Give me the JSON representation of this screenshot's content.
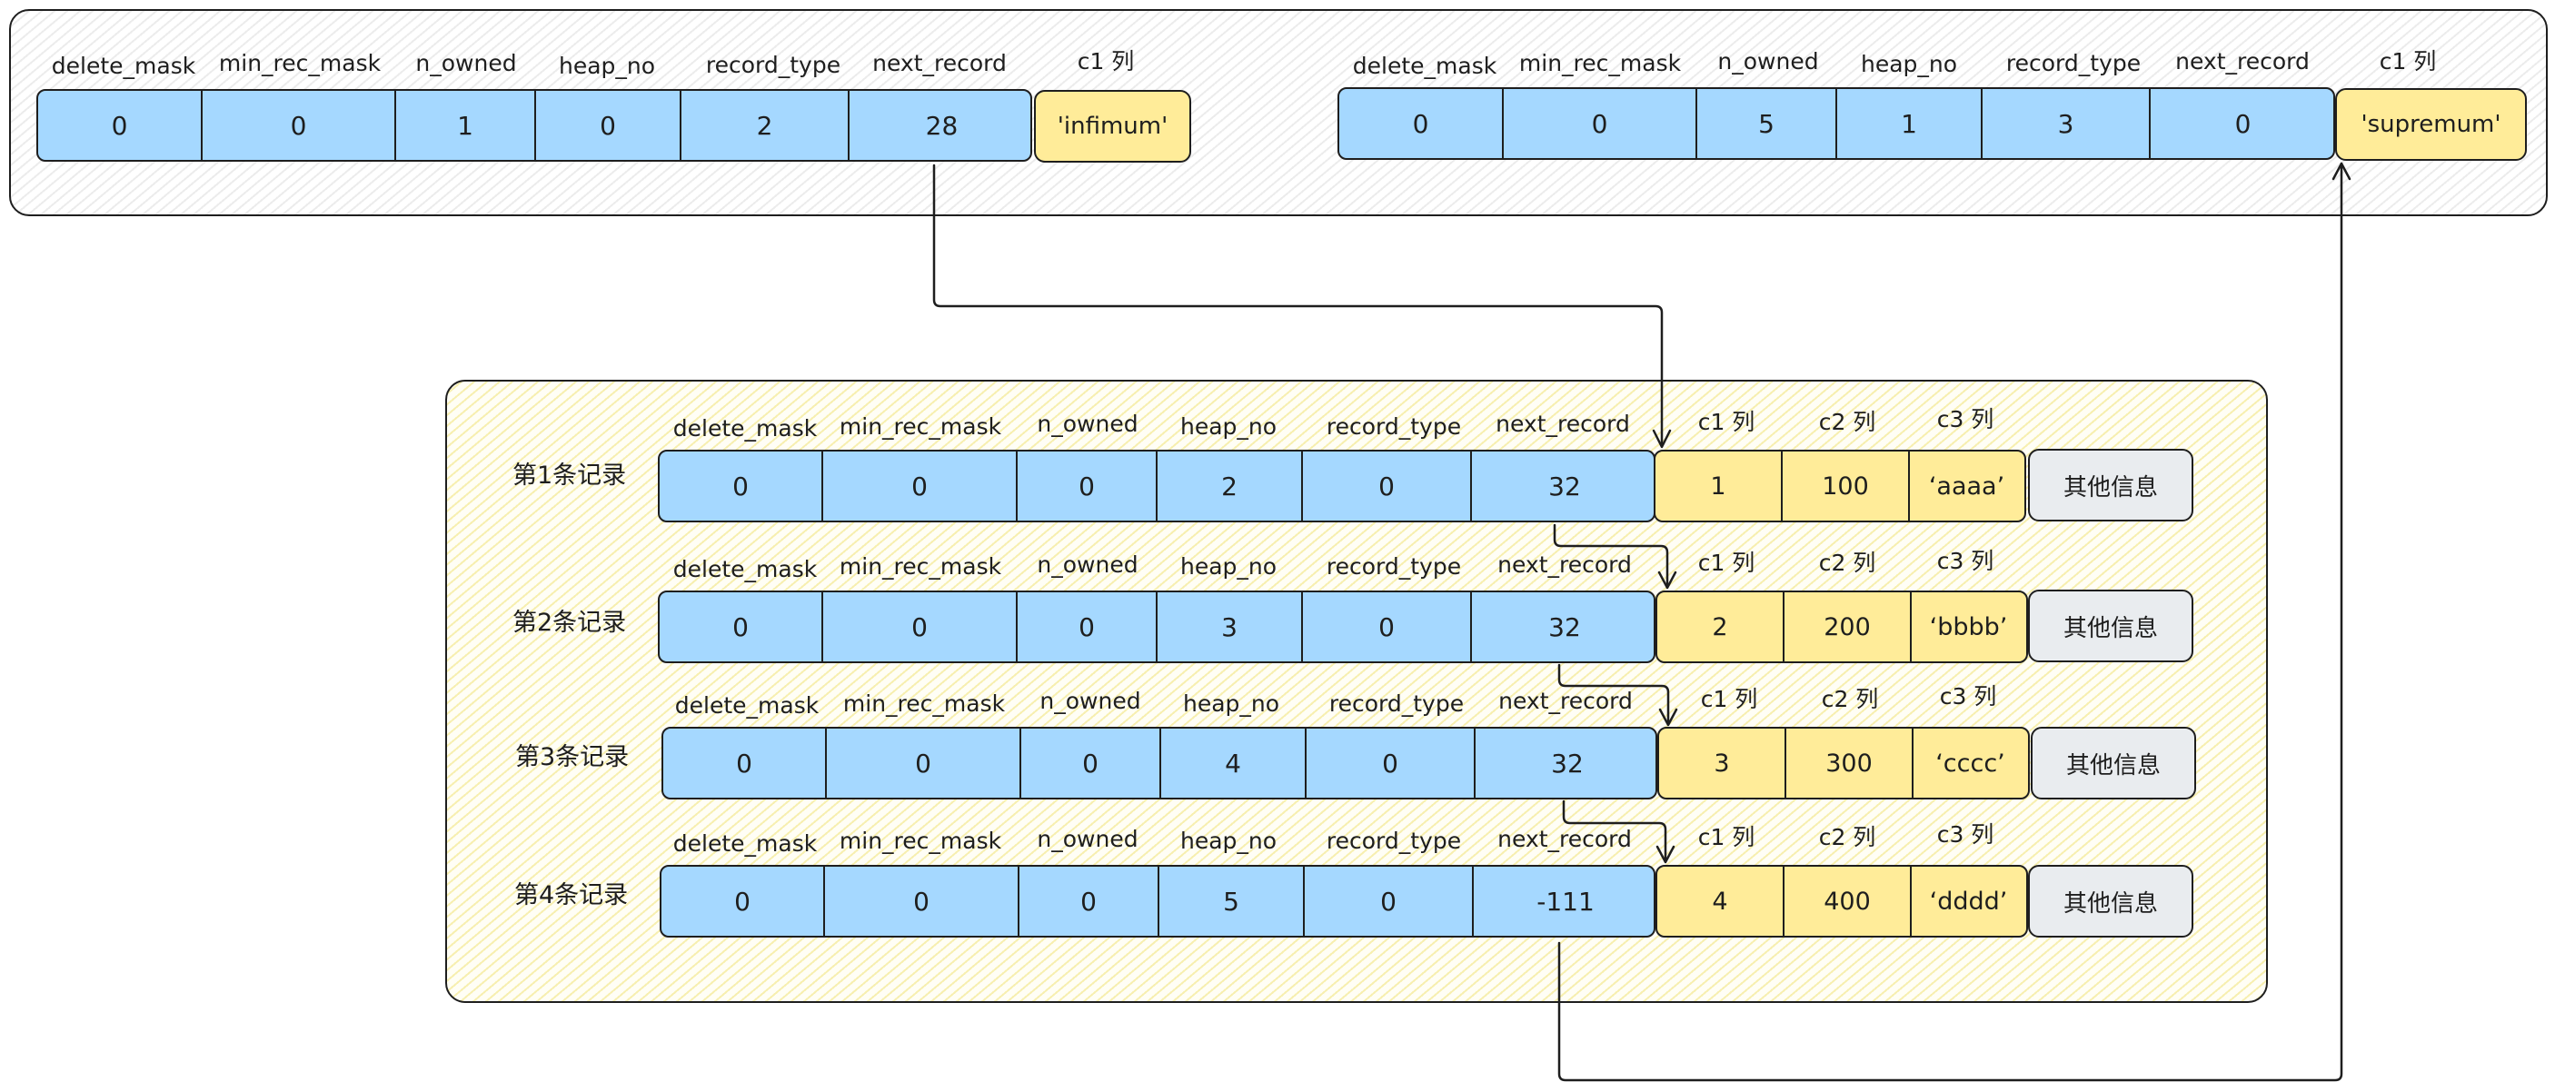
{
  "headers": [
    "delete_mask",
    "min_rec_mask",
    "n_owned",
    "heap_no",
    "record_type",
    "next_record"
  ],
  "col_header": "c1 列",
  "extra_headers": [
    "c1 列",
    "c2 列",
    "c3 列"
  ],
  "infimum": {
    "values": [
      "0",
      "0",
      "1",
      "0",
      "2",
      "28"
    ],
    "c1": "'infimum'"
  },
  "supremum": {
    "values": [
      "0",
      "0",
      "5",
      "1",
      "3",
      "0"
    ],
    "c1": "'supremum'"
  },
  "other_info": "其他信息",
  "records": [
    {
      "label": "第1条记录",
      "values": [
        "0",
        "0",
        "0",
        "2",
        "0",
        "32"
      ],
      "cols": [
        "1",
        "100",
        "‘aaaa’"
      ]
    },
    {
      "label": "第2条记录",
      "values": [
        "0",
        "0",
        "0",
        "3",
        "0",
        "32"
      ],
      "cols": [
        "2",
        "200",
        "‘bbbb’"
      ]
    },
    {
      "label": "第3条记录",
      "values": [
        "0",
        "0",
        "0",
        "4",
        "0",
        "32"
      ],
      "cols": [
        "3",
        "300",
        "‘cccc’"
      ]
    },
    {
      "label": "第4条记录",
      "values": [
        "0",
        "0",
        "0",
        "5",
        "0",
        "-111"
      ],
      "cols": [
        "4",
        "400",
        "‘dddd’"
      ]
    }
  ],
  "colors": {
    "header_fields": "#a5d8ff",
    "column_values": "#ffec99",
    "other_info": "#e9ecef",
    "stroke": "#1e1e1e"
  }
}
